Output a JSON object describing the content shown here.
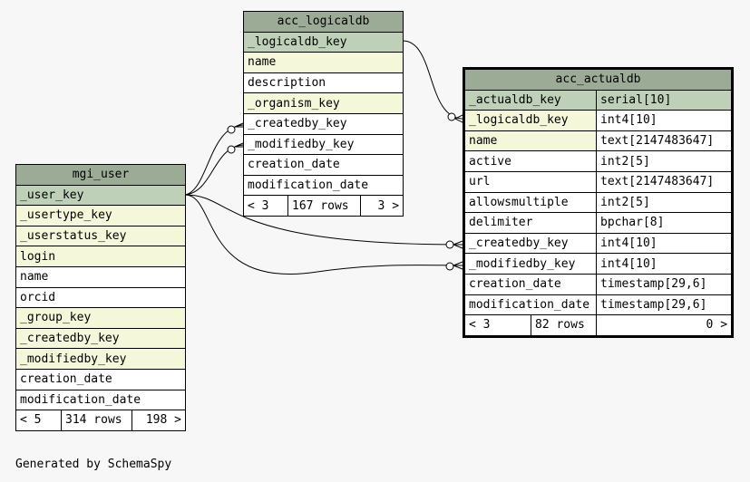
{
  "tables": {
    "acc_logicaldb": {
      "title": "acc_logicaldb",
      "columns": [
        {
          "name": "_logicaldb_key",
          "kind": "pk"
        },
        {
          "name": "name",
          "kind": "fk"
        },
        {
          "name": "description",
          "kind": "plain"
        },
        {
          "name": "_organism_key",
          "kind": "fk"
        },
        {
          "name": "_createdby_key",
          "kind": "plain"
        },
        {
          "name": "_modifiedby_key",
          "kind": "plain"
        },
        {
          "name": "creation_date",
          "kind": "plain"
        },
        {
          "name": "modification_date",
          "kind": "plain"
        }
      ],
      "footer": {
        "parents": "< 3",
        "rows": "167 rows",
        "children": "3 >"
      }
    },
    "mgi_user": {
      "title": "mgi_user",
      "columns": [
        {
          "name": "_user_key",
          "kind": "pk"
        },
        {
          "name": "_usertype_key",
          "kind": "fk"
        },
        {
          "name": "_userstatus_key",
          "kind": "fk"
        },
        {
          "name": "login",
          "kind": "fk"
        },
        {
          "name": "name",
          "kind": "plain"
        },
        {
          "name": "orcid",
          "kind": "plain"
        },
        {
          "name": "_group_key",
          "kind": "fk"
        },
        {
          "name": "_createdby_key",
          "kind": "fk"
        },
        {
          "name": "_modifiedby_key",
          "kind": "fk"
        },
        {
          "name": "creation_date",
          "kind": "plain"
        },
        {
          "name": "modification_date",
          "kind": "plain"
        }
      ],
      "footer": {
        "parents": "< 5",
        "rows": "314 rows",
        "children": "198 >"
      }
    },
    "acc_actualdb": {
      "title": "acc_actualdb",
      "columns": [
        {
          "name": "_actualdb_key",
          "type": "serial[10]",
          "kind": "pk"
        },
        {
          "name": "_logicaldb_key",
          "type": "int4[10]",
          "kind": "fk"
        },
        {
          "name": "name",
          "type": "text[2147483647]",
          "kind": "fk"
        },
        {
          "name": "active",
          "type": "int2[5]",
          "kind": "plain"
        },
        {
          "name": "url",
          "type": "text[2147483647]",
          "kind": "plain"
        },
        {
          "name": "allowsmultiple",
          "type": "int2[5]",
          "kind": "plain"
        },
        {
          "name": "delimiter",
          "type": "bpchar[8]",
          "kind": "plain"
        },
        {
          "name": "_createdby_key",
          "type": "int4[10]",
          "kind": "plain"
        },
        {
          "name": "_modifiedby_key",
          "type": "int4[10]",
          "kind": "plain"
        },
        {
          "name": "creation_date",
          "type": "timestamp[29,6]",
          "kind": "plain"
        },
        {
          "name": "modification_date",
          "type": "timestamp[29,6]",
          "kind": "plain"
        }
      ],
      "footer": {
        "parents": "< 3",
        "rows": "82 rows",
        "children": "0 >"
      }
    }
  },
  "colors": {
    "title": "#9bab96",
    "pk": "#bed1b8",
    "fk": "#f4f7da",
    "plain": "#ffffff",
    "background": "#f7f7f7"
  },
  "generated_by": "Generated by SchemaSpy"
}
